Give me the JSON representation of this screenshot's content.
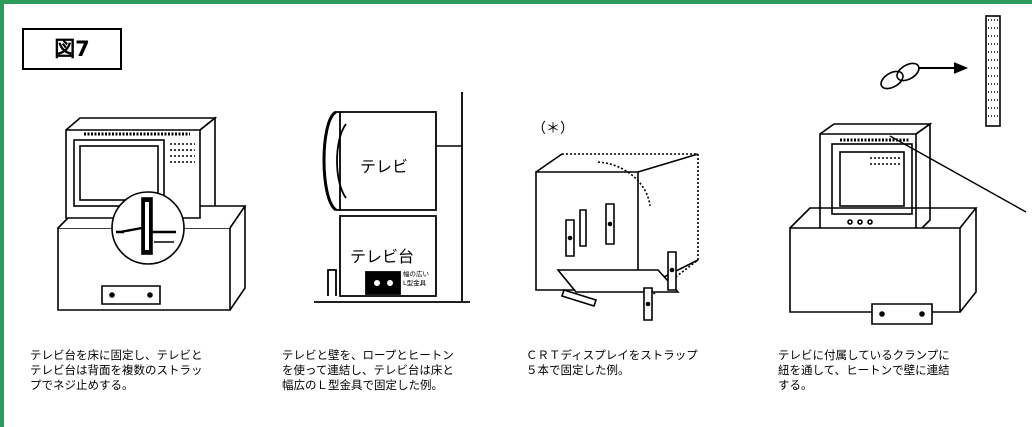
{
  "figure_label": "図7",
  "panels": [
    {
      "caption": "テレビ台を床に固定し、テレビと\nテレビ台は背面を複数のストラッ\nプでネジ止めする。"
    },
    {
      "tv_label": "テレビ",
      "stand_label": "テレビ台",
      "bracket_label": "幅の広い\nL型金具",
      "caption": "テレビと壁を、ロープとヒートン\nを使って連結し、テレビ台は床と\n幅広のＬ型金具で固定した例。"
    },
    {
      "note": "（＊）",
      "caption": "ＣＲＴディスプレイをストラップ\n５本で固定した例。"
    },
    {
      "caption": "テレビに付属しているクランプに\n紐を通して、ヒートンで壁に連結\nする。"
    }
  ],
  "colors": {
    "border": "#2e9a5c",
    "line": "#000000"
  }
}
